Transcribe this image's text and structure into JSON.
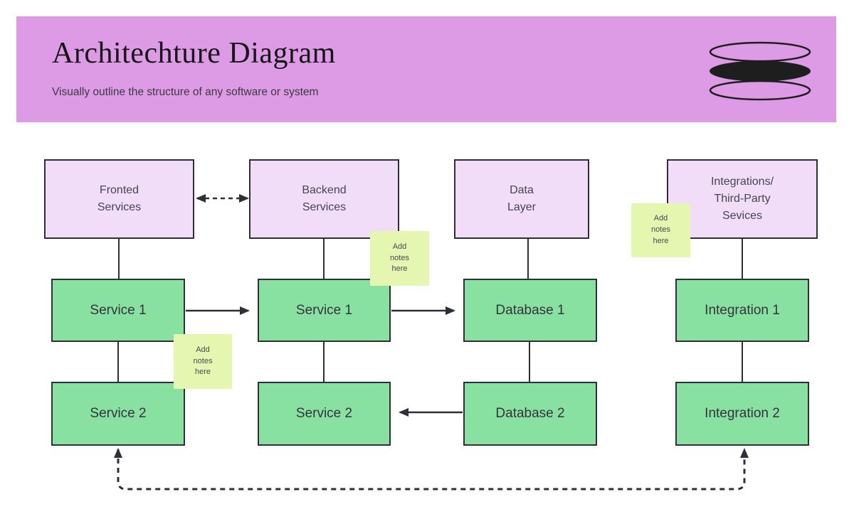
{
  "banner": {
    "title": "Architechture Diagram",
    "subtitle": "Visually outline the structure of any software or system",
    "logo": "stacked-ellipses-icon"
  },
  "columns": [
    {
      "header": "Fronted\nServices",
      "node1": "Service 1",
      "node2": "Service 2"
    },
    {
      "header": "Backend\nServices",
      "node1": "Service 1",
      "node2": "Service 2"
    },
    {
      "header": "Data\nLayer",
      "node1": "Database 1",
      "node2": "Database 2"
    },
    {
      "header": "Integrations/\nThird-Party\nSevices",
      "node1": "Integration 1",
      "node2": "Integration 2"
    }
  ],
  "notes": [
    "Add\nnotes\nhere",
    "Add\nnotes\nhere",
    "Add\nnotes\nhere"
  ],
  "edges": [
    {
      "from": "fronted-services-header",
      "to": "backend-services-header",
      "style": "dashed",
      "arrows": "both"
    },
    {
      "from": "service-1-fronted",
      "to": "service-1-backend",
      "style": "solid",
      "arrows": "end"
    },
    {
      "from": "service-1-backend",
      "to": "database-1",
      "style": "solid",
      "arrows": "end"
    },
    {
      "from": "database-2",
      "to": "service-2-backend",
      "style": "solid",
      "arrows": "end"
    },
    {
      "from": "service-2-fronted",
      "to": "integration-2",
      "style": "dashed",
      "arrows": "both"
    },
    {
      "from": "fronted-services-header",
      "to": "service-1-fronted",
      "style": "solid",
      "arrows": "none"
    },
    {
      "from": "service-1-fronted",
      "to": "service-2-fronted",
      "style": "solid",
      "arrows": "none"
    },
    {
      "from": "backend-services-header",
      "to": "service-1-backend",
      "style": "solid",
      "arrows": "none"
    },
    {
      "from": "service-1-backend",
      "to": "service-2-backend",
      "style": "solid",
      "arrows": "none"
    },
    {
      "from": "data-layer-header",
      "to": "database-1",
      "style": "solid",
      "arrows": "none"
    },
    {
      "from": "database-1",
      "to": "database-2",
      "style": "solid",
      "arrows": "none"
    },
    {
      "from": "integrations-header",
      "to": "integration-1",
      "style": "solid",
      "arrows": "none"
    },
    {
      "from": "integration-1",
      "to": "integration-2",
      "style": "solid",
      "arrows": "none"
    }
  ],
  "colors": {
    "banner": "#DD9BE6",
    "header_box": "#F2DDF8",
    "node_box": "#89E1A1",
    "sticky_note": "#E4F6B0",
    "line": "#2F2F3A",
    "title_text": "#161616"
  }
}
